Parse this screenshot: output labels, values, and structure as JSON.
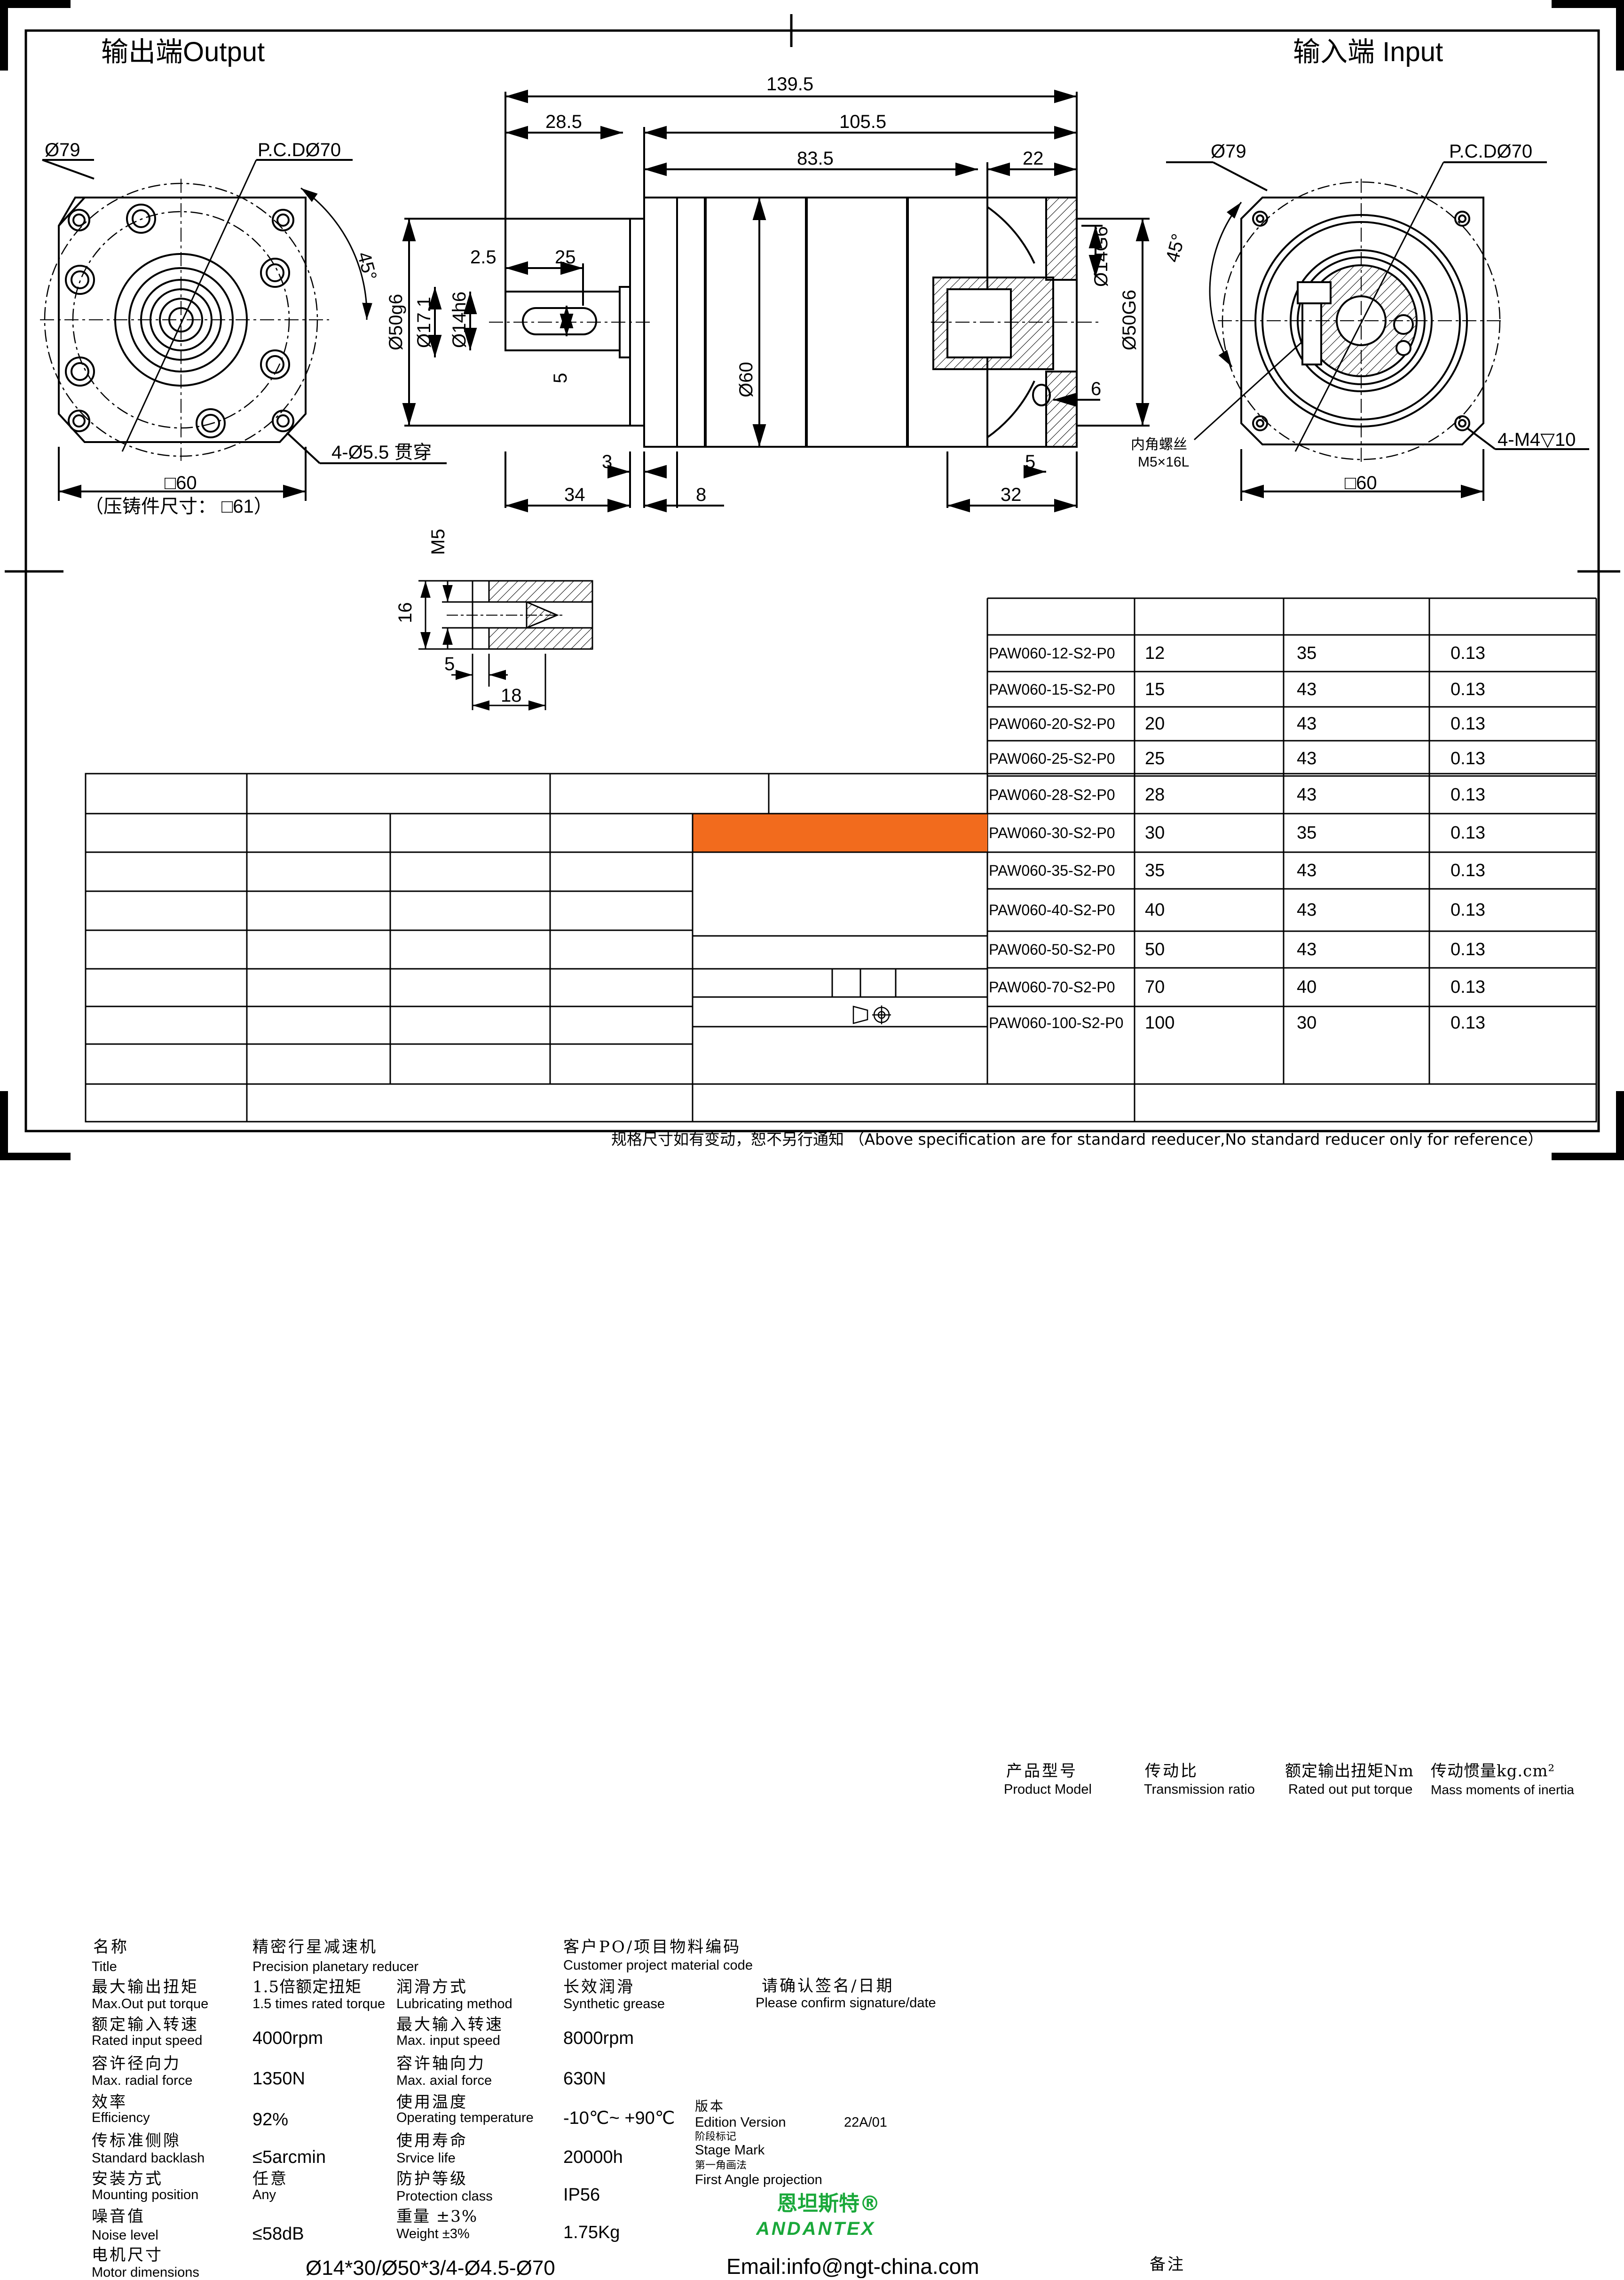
{
  "views": {
    "output_title": "输出端Output",
    "input_title": "输入端 Input"
  },
  "front_view": {
    "dia_outer": "Ø79",
    "pcd": "P.C.DØ70",
    "angle": "45°",
    "holes": "4-Ø5.5 贯穿",
    "square": "□60",
    "casting_size": "（压铸件尺寸： □61）"
  },
  "side_view": {
    "overall_length": "139.5",
    "output_flange": "28.5",
    "body_length": "105.5",
    "body_83": "83.5",
    "input_22": "22",
    "key_2_5": "2.5",
    "key_25": "25",
    "key_width": "5",
    "dia_50g6": "Ø50g6",
    "dia_17_1": "Ø17.1",
    "dia_14h6": "Ø14h6",
    "dia_60": "Ø60",
    "dia_14G6": "Ø14G6",
    "dia_50G6": "Ø50G6",
    "dim_6": "6",
    "dim_3": "3",
    "dim_34": "34",
    "dim_8": "8",
    "dim_5": "5",
    "dim_32": "32",
    "thread_cn": "内角螺丝",
    "thread_spec": "M5×16L"
  },
  "input_view": {
    "dia_outer": "Ø79",
    "pcd": "P.C.DØ70",
    "angle": "45°",
    "tapped": "4-M4▽10",
    "square": "□60"
  },
  "thread_detail": {
    "m5": "M5",
    "d16": "16",
    "d5": "5",
    "d18": "18"
  },
  "model_table": {
    "headers": [
      {
        "zh": "产品型号",
        "en": "Product Model"
      },
      {
        "zh": "传动比",
        "en": "Transmission ratio"
      },
      {
        "zh": "额定输出扭矩Nm",
        "en": "Rated out put torque"
      },
      {
        "zh": "传动惯量kg.cm²",
        "en": "Mass moments of inertia"
      }
    ],
    "rows": [
      {
        "model": "PAW060-12-S2-P0",
        "ratio": "12",
        "torque": "35",
        "inertia": "0.13"
      },
      {
        "model": "PAW060-15-S2-P0",
        "ratio": "15",
        "torque": "43",
        "inertia": "0.13"
      },
      {
        "model": "PAW060-20-S2-P0",
        "ratio": "20",
        "torque": "43",
        "inertia": "0.13"
      },
      {
        "model": "PAW060-25-S2-P0",
        "ratio": "25",
        "torque": "43",
        "inertia": "0.13"
      },
      {
        "model": "PAW060-28-S2-P0",
        "ratio": "28",
        "torque": "43",
        "inertia": "0.13"
      },
      {
        "model": "PAW060-30-S2-P0",
        "ratio": "30",
        "torque": "35",
        "inertia": "0.13"
      },
      {
        "model": "PAW060-35-S2-P0",
        "ratio": "35",
        "torque": "43",
        "inertia": "0.13"
      },
      {
        "model": "PAW060-40-S2-P0",
        "ratio": "40",
        "torque": "43",
        "inertia": "0.13"
      },
      {
        "model": "PAW060-50-S2-P0",
        "ratio": "50",
        "torque": "43",
        "inertia": "0.13"
      },
      {
        "model": "PAW060-70-S2-P0",
        "ratio": "70",
        "torque": "40",
        "inertia": "0.13"
      },
      {
        "model": "PAW060-100-S2-P0",
        "ratio": "100",
        "torque": "30",
        "inertia": "0.13"
      }
    ]
  },
  "spec_table": {
    "title": {
      "zh": "名称",
      "en": "Title"
    },
    "product": {
      "zh": "精密行星减速机",
      "en": "Precision planetary reducer"
    },
    "customer": {
      "zh": "客户PO/项目物料编码",
      "en": "Customer project material code"
    },
    "max_torque": {
      "zh": "最大输出扭矩",
      "en": "Max.Out put torque",
      "value_zh": "1.5倍额定扭矩",
      "value_en": "1.5 times rated torque"
    },
    "lubrication": {
      "zh": "润滑方式",
      "en": "Lubricating method",
      "value_zh": "长效润滑",
      "value_en": "Synthetic grease"
    },
    "rated_speed": {
      "zh": "额定输入转速",
      "en": "Rated input speed",
      "value": "4000rpm"
    },
    "max_speed": {
      "zh": "最大输入转速",
      "en": "Max. input speed",
      "value": "8000rpm"
    },
    "radial": {
      "zh": "容许径向力",
      "en": "Max. radial force",
      "value": "1350N"
    },
    "axial": {
      "zh": "容许轴向力",
      "en": "Max. axial force",
      "value": "630N"
    },
    "efficiency": {
      "zh": "效率",
      "en": "Efficiency",
      "value": "92%"
    },
    "temperature": {
      "zh": "使用温度",
      "en": "Operating temperature",
      "value": "-10℃~ +90℃"
    },
    "backlash": {
      "zh": "传标准侧隙",
      "en": "Standard backlash",
      "value": "≤5arcmin"
    },
    "life": {
      "zh": "使用寿命",
      "en": "Srvice life",
      "value": "20000h"
    },
    "mounting": {
      "zh": "安装方式",
      "en": "Mounting position",
      "value_zh": "任意",
      "value_en": "Any"
    },
    "protection": {
      "zh": "防护等级",
      "en": "Protection class",
      "value": "IP56"
    },
    "noise": {
      "zh": "噪音值",
      "en": "Noise level",
      "value": "≤58dB"
    },
    "weight": {
      "zh": "重量 ±3%",
      "en": "Weight ±3%",
      "value": "1.75Kg"
    },
    "motor": {
      "zh": "电机尺寸",
      "en": "Motor dimensions",
      "value": "Ø14*30/Ø50*3/4-Ø4.5-Ø70"
    },
    "confirm": {
      "zh": "请确认签名/日期",
      "en": "Please confirm signature/date",
      "color": "#f26b1d"
    },
    "edition": {
      "zh": "版本",
      "en": "Edition Version",
      "value": "22A/01"
    },
    "stage": {
      "zh": "阶段标记",
      "en": "Stage Mark"
    },
    "projection": {
      "zh": "第一角画法",
      "en": "First Angle projection"
    },
    "brand_zh": "恩坦斯特®",
    "brand_en": "ANDANTEX",
    "brand_color": "#1aa83a",
    "email": "Email:info@ngt-china.com",
    "remarks": "备注"
  },
  "footer": "规格尺寸如有变动，恕不另行通知 （Above specification are for standard reeducer,No standard reducer only for reference）"
}
